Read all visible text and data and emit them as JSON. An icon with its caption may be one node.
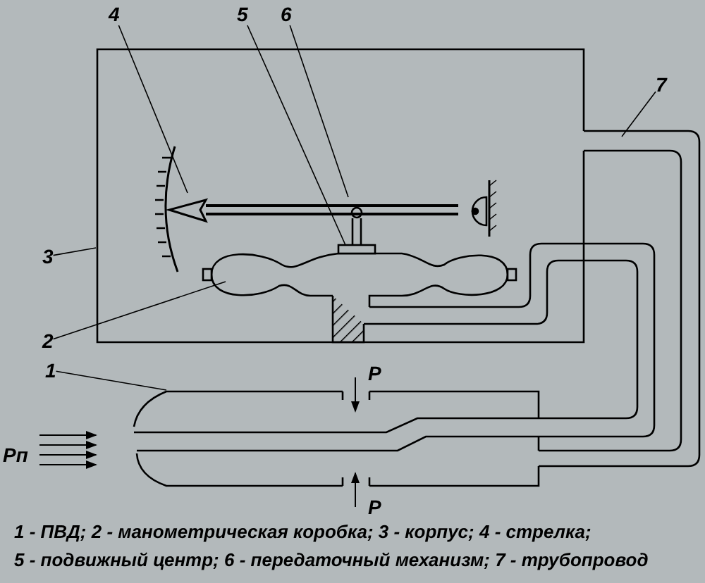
{
  "diagram": {
    "nodes": [
      {
        "text": [
          "4"
        ]
      },
      {
        "text": [
          "5"
        ]
      },
      {
        "text": [
          "6"
        ]
      },
      {
        "text": [
          "7"
        ]
      },
      {
        "text": [
          "3"
        ]
      },
      {
        "text": [
          "2"
        ]
      },
      {
        "text": [
          "1"
        ]
      }
    ],
    "edges": [
      {
        "from": 0,
        "to": null,
        "arrow": "none"
      },
      {
        "from": 1,
        "to": null,
        "arrow": "none"
      },
      {
        "from": 2,
        "to": null,
        "arrow": "none"
      },
      {
        "from": 3,
        "to": null,
        "arrow": "none"
      },
      {
        "from": 4,
        "to": null,
        "arrow": "none"
      },
      {
        "from": 5,
        "to": null,
        "arrow": "none"
      },
      {
        "from": 6,
        "to": null,
        "arrow": "none"
      }
    ],
    "labels": [
      "P",
      "Рп",
      "P",
      "1 - ПВД; 2 - манометрическая коробка; 3 - корпус; 4 - стрелка;",
      "5 - подвижный центр; 6 - передаточный механизм; 7 - трубопровод"
    ]
  }
}
